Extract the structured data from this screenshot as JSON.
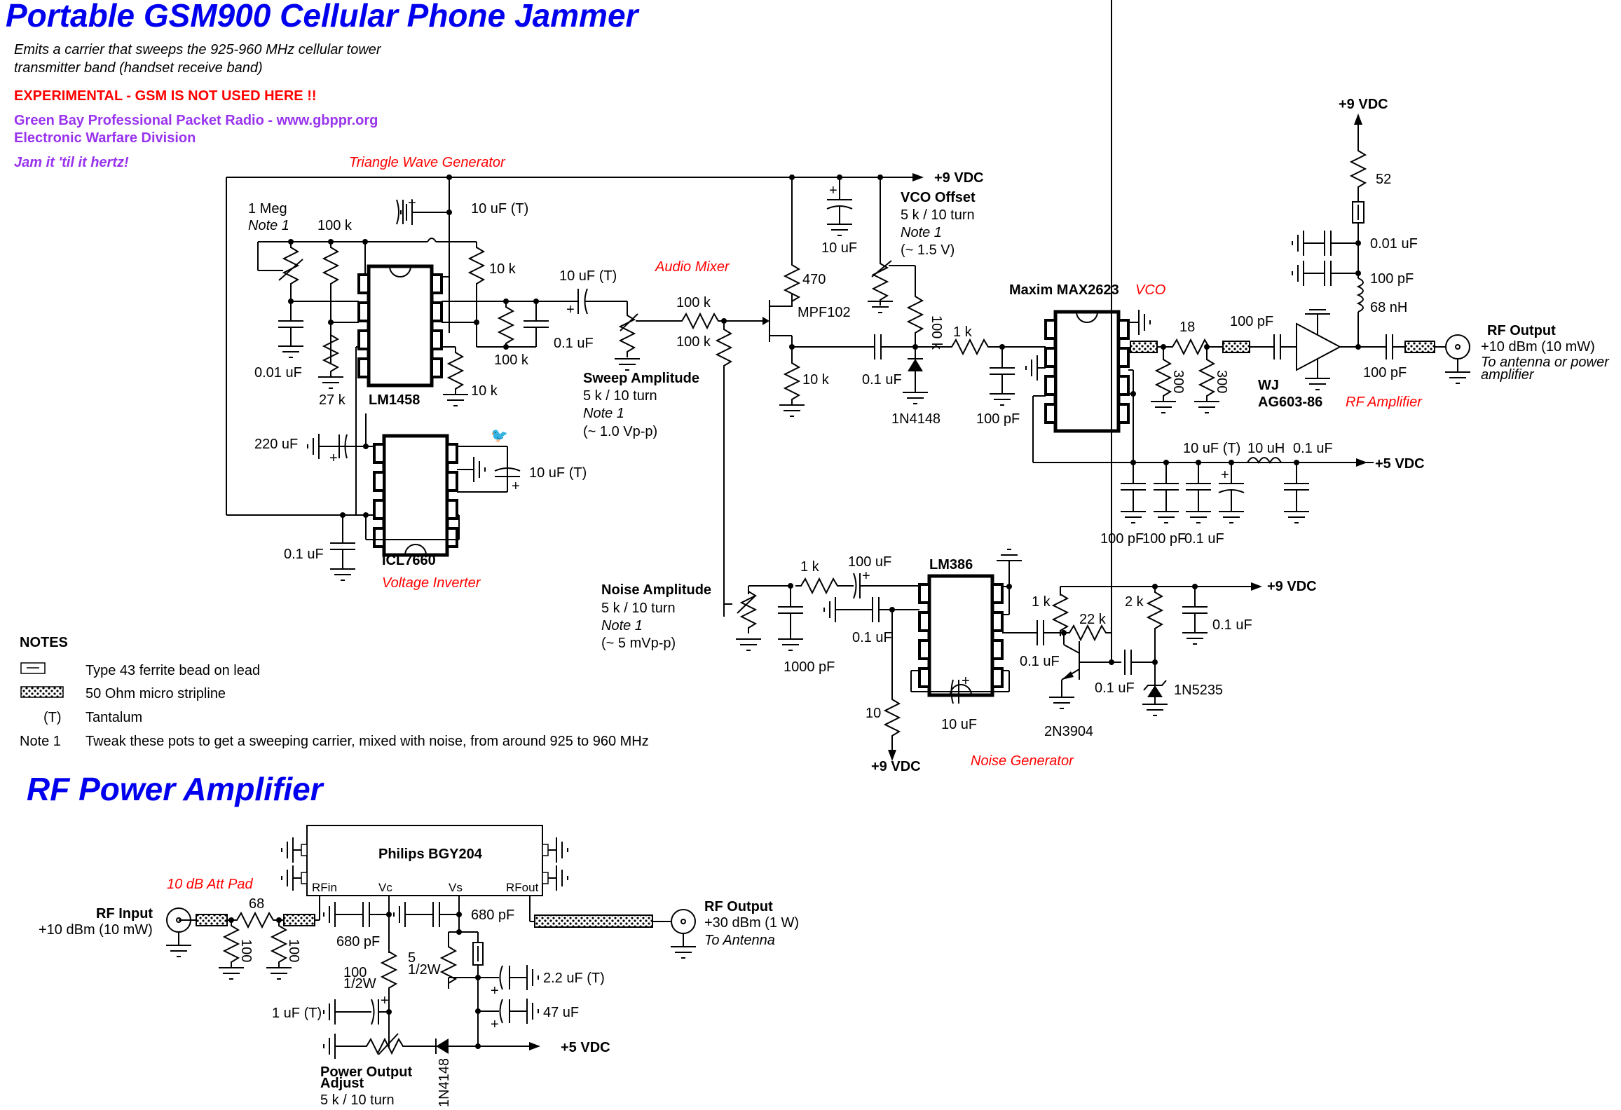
{
  "header": {
    "title": "Portable GSM900 Cellular Phone Jammer",
    "description_line1": "Emits a carrier that sweeps the 925-960 MHz cellular tower",
    "description_line2": "transmitter band (handset receive band)",
    "warning": "EXPERIMENTAL - GSM IS NOT USED HERE !!",
    "org_line1": "Green Bay Professional Packet Radio - www.gbppr.org",
    "org_line2": "Electronic Warfare Division",
    "slogan": "Jam it 'til it hertz!",
    "colors": {
      "title": "#0000ee",
      "warning": "#ff0000",
      "org": "#9933ee",
      "section_label": "#ff0000"
    }
  },
  "sections": {
    "triangle": "Triangle Wave Generator",
    "mixer": "Audio Mixer",
    "vco": "VCO",
    "rf_amp": "RF Amplifier",
    "inverter": "Voltage Inverter",
    "noise": "Noise Generator",
    "att_pad": "10 dB Att Pad"
  },
  "triangle_gen": {
    "pot_value": "1 Meg",
    "pot_note": "Note 1",
    "r1": "100 k",
    "c_bypass": "10 uF (T)",
    "r_fb": "10 k",
    "c_out": "10 uF (T)",
    "c_timing": "0.01 uF",
    "r_div": "27 k",
    "ic": "LM1458",
    "r_out": "10 k",
    "r_par": "100 k",
    "c_par": "0.1 uF"
  },
  "inverter": {
    "c_in": "220 uF",
    "c_pump": "10 uF (T)",
    "c_bypass": "0.1 uF",
    "ic": "ICL7660"
  },
  "mixer": {
    "sweep_title": "Sweep Amplitude",
    "sweep_spec": "5 k / 10 turn",
    "sweep_note": "Note 1",
    "sweep_level": "(~ 1.0 Vp-p)",
    "r_series": "100 k",
    "r_shunt": "100 k",
    "r_drain": "470",
    "fet": "MPF102",
    "r_source": "10 k",
    "c_bulk": "10 uF",
    "c_couple": "0.1 uF",
    "supply": "+9 VDC"
  },
  "vco": {
    "offset_title": "VCO Offset",
    "offset_spec": "5 k / 10 turn",
    "offset_note": "Note 1",
    "offset_level": "(~ 1.5 V)",
    "r_bias": "100 k",
    "diode": "1N4148",
    "r_tune": "1 k",
    "c_tune": "100 pF",
    "ic": "Maxim MAX2623",
    "r_pad_series": "18",
    "r_pad_shunt1": "300",
    "r_pad_shunt2": "300",
    "c_b1": "100 pF",
    "c_b2": "100 pF",
    "c_b3": "0.1 uF",
    "c_b4": "10 uF (T)",
    "l_choke": "10 uH",
    "c_b5": "0.1 uF",
    "supply": "+5 VDC"
  },
  "rf_amp": {
    "supply": "+9 VDC",
    "r_bias": "52",
    "c_d1": "0.01 uF",
    "c_d2": "100 pF",
    "l_choke": "68 nH",
    "c_in": "100 pF",
    "c_out": "100 pF",
    "part_line1": "WJ",
    "part_line2": "AG603-86",
    "out_title": "RF Output",
    "out_power": "+10 dBm (10 mW)",
    "out_note_line1": "To antenna or power",
    "out_note_line2": "amplifier"
  },
  "noise": {
    "amp_title": "Noise Amplitude",
    "amp_spec": "5 k / 10 turn",
    "amp_note": "Note 1",
    "amp_level": "(~ 5 mVp-p)",
    "r_in": "1 k",
    "c_in": "100 uF",
    "c_filter": "1000 pF",
    "c_bypass": "0.1 uF",
    "r_supply": "10",
    "supply_bottom": "+9 VDC",
    "ic": "LM386",
    "c_gain": "10 uF",
    "c_out": "0.1 uF",
    "r_collector": "1 k",
    "r_feedback": "22 k",
    "r_zener": "2 k",
    "c_zener": "0.1 uF",
    "c_rail": "0.1 uF",
    "zener": "1N5235",
    "transistor": "2N3904",
    "supply_right": "+9 VDC"
  },
  "notes": {
    "heading": "NOTES",
    "items": [
      {
        "key": "ferrite-bead-icon",
        "label": "Type 43 ferrite bead on lead"
      },
      {
        "key": "stripline-icon",
        "label": "50 Ohm micro stripline"
      },
      {
        "key": "(T)",
        "label": "Tantalum"
      },
      {
        "key": "Note 1",
        "label": "Tweak these pots to get a sweeping carrier, mixed with noise, from around 925 to 960 MHz"
      }
    ]
  },
  "power_amp": {
    "title": "RF Power Amplifier",
    "in_title": "RF Input",
    "in_power": "+10 dBm (10 mW)",
    "r_pad_series": "68",
    "r_pad_shunt1": "100",
    "r_pad_shunt2": "100",
    "module": "Philips BGY204",
    "pin_rfin": "RFin",
    "pin_vc": "Vc",
    "pin_vs": "Vs",
    "pin_rfout": "RFout",
    "c_vc": "680 pF",
    "c_vs": "680 pF",
    "r_vc_line1": "100",
    "r_vc_line2": "1/2W",
    "r_vs_line1": "5",
    "r_vs_line2": "1/2W",
    "c_adj": "1 uF (T)",
    "c_s1": "2.2 uF (T)",
    "c_s2": "47 uF",
    "adj_line1": "Power Output",
    "adj_line2": "Adjust",
    "adj_spec": "5 k / 10 turn",
    "diode": "1N4148",
    "supply": "+5 VDC",
    "out_title": "RF Output",
    "out_power": "+30 dBm (1 W)",
    "out_note": "To Antenna"
  }
}
